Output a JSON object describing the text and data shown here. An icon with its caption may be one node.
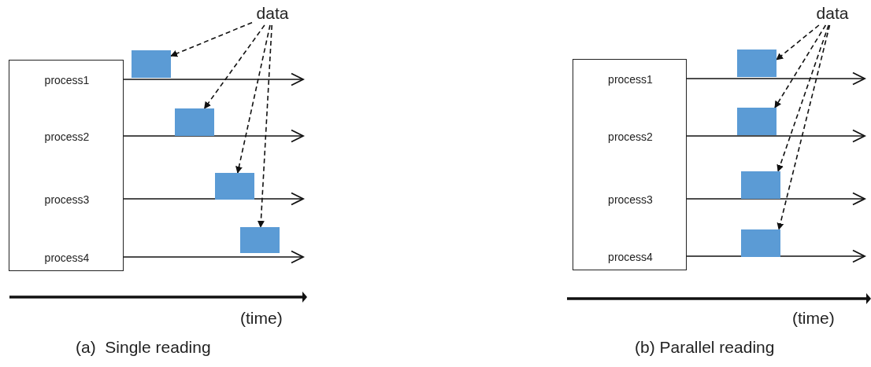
{
  "diagram": {
    "nodes": [
      {
        "text": [],
        "shape": "box"
      },
      {
        "text": [
          "process1"
        ],
        "in": 0
      },
      {
        "text": [
          "process2"
        ],
        "in": 0
      },
      {
        "text": [
          "process3"
        ],
        "in": 0
      },
      {
        "text": [
          "process4"
        ],
        "in": 0
      },
      {
        "text": [],
        "shape": "box"
      },
      {
        "text": [],
        "shape": "box"
      },
      {
        "text": [],
        "shape": "box"
      },
      {
        "text": [],
        "shape": "box"
      },
      {
        "text": [
          "data"
        ]
      },
      {
        "text": [],
        "shape": "box"
      },
      {
        "text": [
          "process1"
        ],
        "in": 10
      },
      {
        "text": [
          "process2"
        ],
        "in": 10
      },
      {
        "text": [
          "process3"
        ],
        "in": 10
      },
      {
        "text": [
          "process4"
        ],
        "in": 10
      },
      {
        "text": [],
        "shape": "box"
      },
      {
        "text": [],
        "shape": "box"
      },
      {
        "text": [],
        "shape": "box"
      },
      {
        "text": [],
        "shape": "box"
      },
      {
        "text": [
          "data"
        ]
      }
    ],
    "edges": [
      {
        "from": 9,
        "to": 5,
        "arrow": "to",
        "style": "dashed"
      },
      {
        "from": 9,
        "to": 6,
        "arrow": "to",
        "style": "dashed"
      },
      {
        "from": 9,
        "to": 7,
        "arrow": "to",
        "style": "dashed"
      },
      {
        "from": 9,
        "to": 8,
        "arrow": "to",
        "style": "dashed"
      },
      {
        "from": 1,
        "to": null,
        "arrow": "to"
      },
      {
        "from": 2,
        "to": null,
        "arrow": "to"
      },
      {
        "from": 3,
        "to": null,
        "arrow": "to"
      },
      {
        "from": 4,
        "to": null,
        "arrow": "to"
      },
      {
        "from": 19,
        "to": 15,
        "arrow": "to",
        "style": "dashed"
      },
      {
        "from": 19,
        "to": 16,
        "arrow": "to",
        "style": "dashed"
      },
      {
        "from": 19,
        "to": 17,
        "arrow": "to",
        "style": "dashed"
      },
      {
        "from": 19,
        "to": 18,
        "arrow": "to",
        "style": "dashed"
      },
      {
        "from": 11,
        "to": null,
        "arrow": "to"
      },
      {
        "from": 12,
        "to": null,
        "arrow": "to"
      },
      {
        "from": 13,
        "to": null,
        "arrow": "to"
      },
      {
        "from": 14,
        "to": null,
        "arrow": "to"
      }
    ],
    "labels": [
      "(time)",
      "(a)  Single reading",
      "(time)",
      "(b) Parallel reading"
    ]
  }
}
